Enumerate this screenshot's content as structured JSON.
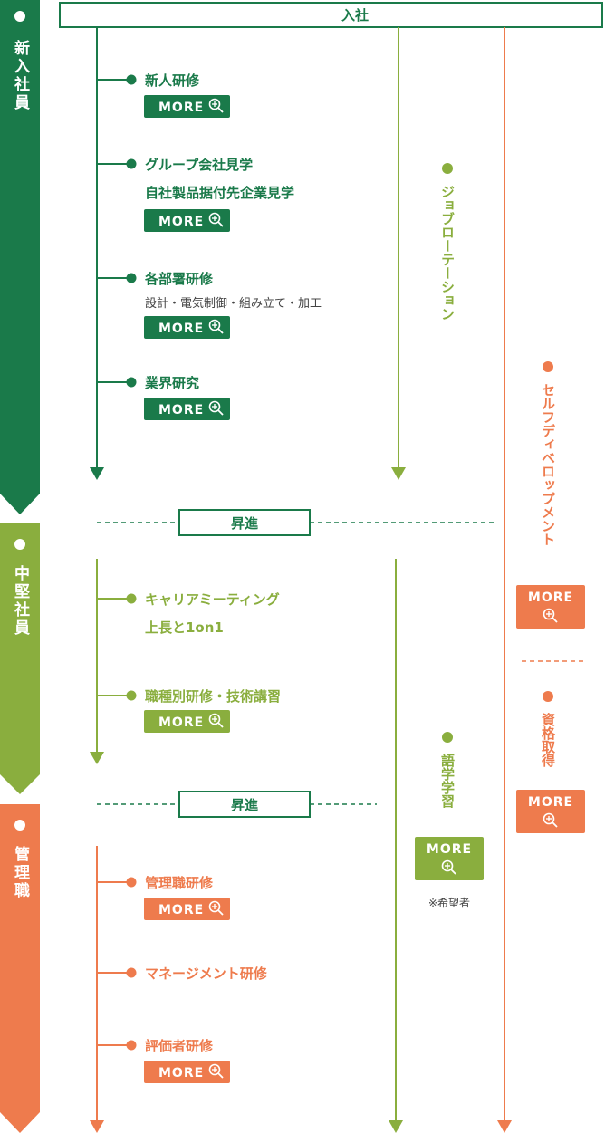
{
  "header": {
    "entry_label": "入社"
  },
  "colors": {
    "dark_green": "#1a7a4a",
    "light_green": "#8aae3e",
    "orange": "#ee7b4d",
    "white": "#ffffff",
    "text_gray": "#444444"
  },
  "stages": [
    {
      "title": "新入社員",
      "color": "dark_green"
    },
    {
      "title": "中堅社員",
      "color": "light_green"
    },
    {
      "title": "管理職",
      "color": "orange"
    }
  ],
  "promotion_label": "昇進",
  "more_label": "MORE",
  "new_employee_items": [
    {
      "title": "新人研修"
    },
    {
      "title": "グループ会社見学",
      "title2": "自社製品据付先企業見学"
    },
    {
      "title": "各部署研修",
      "sub": "設計・電気制御・組み立て・加工"
    },
    {
      "title": "業界研究"
    }
  ],
  "mid_items": [
    {
      "title": "キャリアミーティング",
      "title2": "上長と1on1"
    },
    {
      "title": "職種別研修・技術講習"
    }
  ],
  "manager_items": [
    {
      "title": "管理職研修"
    },
    {
      "title": "マネージメント研修"
    },
    {
      "title": "評価者研修"
    }
  ],
  "job_rotation": {
    "label": "ジョブローテーション"
  },
  "language": {
    "label": "語学学習",
    "note": "※希望者"
  },
  "self_development": {
    "label": "セルフディベロップメント"
  },
  "qualification": {
    "label": "資格取得"
  }
}
